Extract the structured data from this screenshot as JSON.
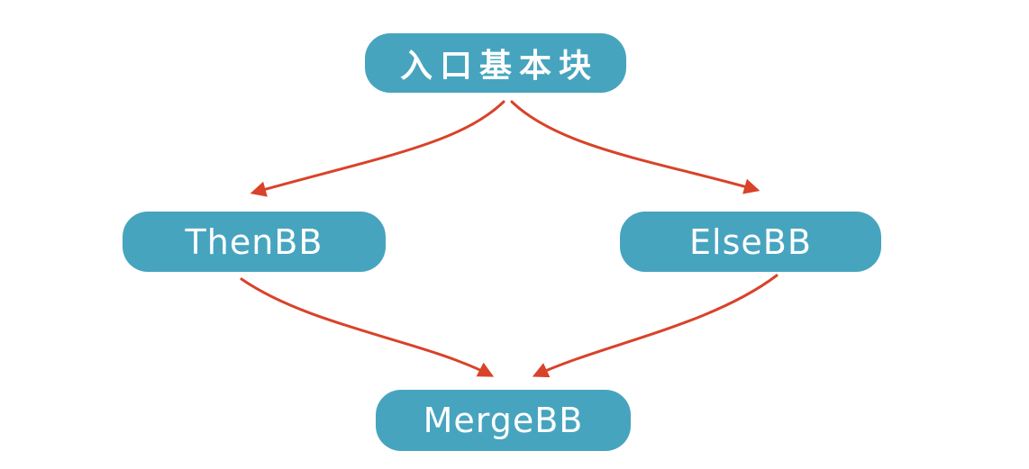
{
  "diagram": {
    "type": "flow-diagram",
    "nodes": [
      {
        "id": "entry",
        "label": "入口基本块"
      },
      {
        "id": "then",
        "label": "ThenBB"
      },
      {
        "id": "else",
        "label": "ElseBB"
      },
      {
        "id": "merge",
        "label": "MergeBB"
      }
    ],
    "edges": [
      {
        "from": "entry",
        "to": "then"
      },
      {
        "from": "entry",
        "to": "else"
      },
      {
        "from": "then",
        "to": "merge"
      },
      {
        "from": "else",
        "to": "merge"
      }
    ],
    "colors": {
      "node_fill": "#47A4BF",
      "node_text": "#FFFFFF",
      "arrow": "#D8432A",
      "background": "#FFFFFF"
    }
  }
}
